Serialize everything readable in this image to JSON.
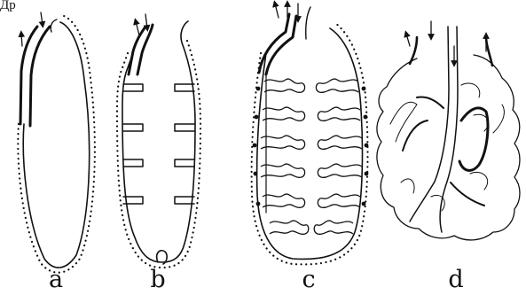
{
  "corner_label": "Др",
  "panels": [
    {
      "label": "a"
    },
    {
      "label": "b"
    },
    {
      "label": "c"
    },
    {
      "label": "d"
    }
  ]
}
